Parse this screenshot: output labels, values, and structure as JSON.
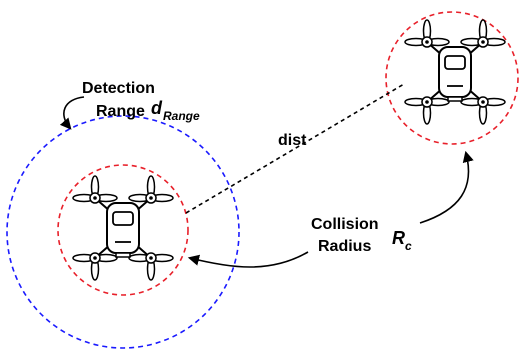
{
  "labels": {
    "detection_line1": "Detection",
    "detection_line2": "Range",
    "d_symbol": "d",
    "d_subscript": "Range",
    "dist": "dist",
    "collision_line1": "Collision",
    "collision_line2": "Radius",
    "r_symbol": "R",
    "r_subscript": "c"
  },
  "colors": {
    "detection_circle": "#1a1aff",
    "collision_circle": "#e8202a",
    "dist_line": "#000000"
  },
  "icons": [
    "drone-icon"
  ]
}
